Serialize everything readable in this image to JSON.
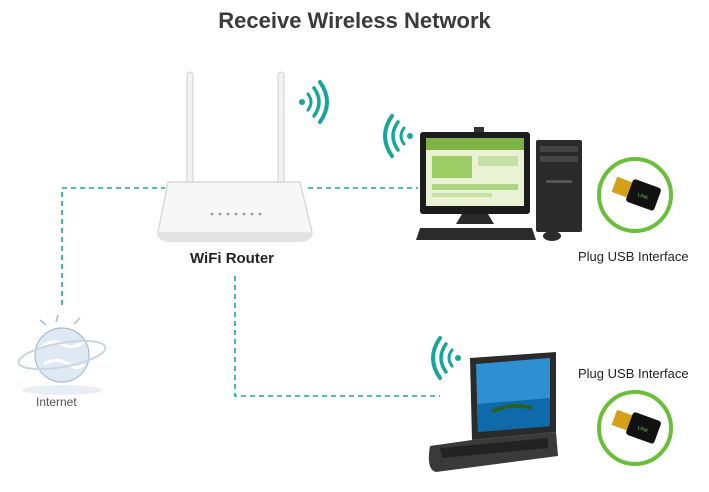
{
  "title": "Receive Wireless Network",
  "labels": {
    "router": "WiFi Router",
    "internet": "Internet",
    "usb_desktop": "Plug USB Interface",
    "usb_laptop": "Plug USB Interface"
  },
  "colors": {
    "signal": "#1aa59a",
    "dashed_line": "#1aa59a",
    "usb_ring": "#6abf3a",
    "title_text": "#3a3a3a"
  },
  "icons": [
    "router-icon",
    "globe-icon",
    "desktop-computer-icon",
    "laptop-icon",
    "usb-adapter-icon",
    "wifi-signal-icon"
  ]
}
